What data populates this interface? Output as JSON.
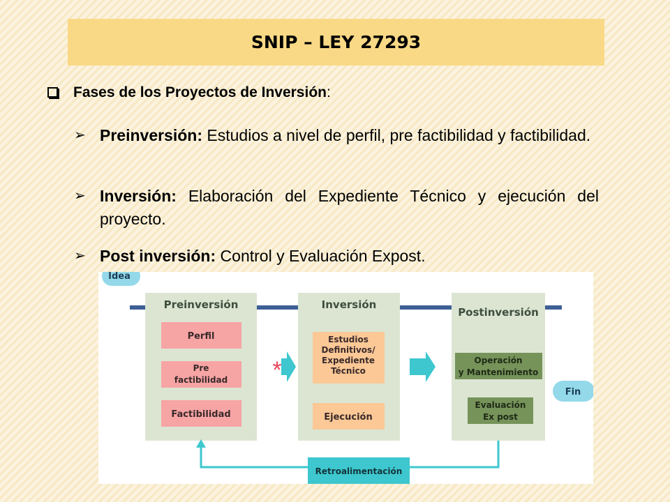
{
  "title": "SNIP – LEY 27293",
  "section": {
    "label": "Fases de los Proyectos de Inversión",
    "suffix": ":"
  },
  "bullets": [
    {
      "term": "Preinversión:",
      "text": " Estudios a nivel de perfil, pre factibilidad y factibilidad."
    },
    {
      "term": "Inversión:",
      "text": " Elaboración del Expediente Técnico y ejecución del proyecto."
    },
    {
      "term": "Post inversión:",
      "text": " Control y Evaluación Expost."
    }
  ],
  "diagram": {
    "idea": "Idea",
    "fin": "Fin",
    "asterisk": "*",
    "feedback": "Retroalimentación",
    "phases": [
      {
        "title": "Preinversión",
        "steps": [
          "Perfil",
          "Pre factibilidad",
          "Factibilidad"
        ]
      },
      {
        "title": "Inversión",
        "steps": [
          "Estudios Definitivos/ Expediente Técnico",
          "Ejecución"
        ]
      },
      {
        "title": "Postinversión",
        "steps": [
          "Operación y Mantenimiento",
          "Evaluación Ex post"
        ]
      }
    ],
    "colors": {
      "phase_box": "#dce5d2",
      "timeline": "#3e5f95",
      "pink": "#f7a4a4",
      "peach": "#fbc896",
      "green": "#76935a",
      "teal": "#3ec7cf",
      "bubble": "#93d9ea",
      "red": "#e8465a"
    }
  }
}
